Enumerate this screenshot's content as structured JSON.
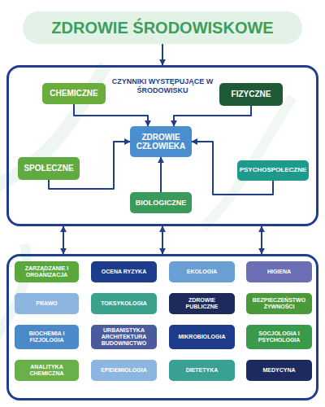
{
  "diagram": {
    "nodes": [
      {
        "text": [
          "ZDROWIE ŚRODOWISKOWE"
        ]
      },
      {
        "text": [
          "CZYNNIKI WYSTĘPUJĄCE W ŚRODOWISKU"
        ]
      },
      {
        "text": [
          "CHEMICZNE"
        ],
        "in": 1
      },
      {
        "text": [
          "FIZYCZNE"
        ],
        "in": 1
      },
      {
        "text": [
          "ZDROWIE CZŁOWIEKA"
        ],
        "in": 1
      },
      {
        "text": [
          "SPOŁECZNE"
        ],
        "in": 1
      },
      {
        "text": [
          "PSYCHOSPOŁECZNE"
        ],
        "in": 1
      },
      {
        "text": [
          "BIOLOGICZNE"
        ],
        "in": 1
      },
      {
        "text": []
      },
      {
        "text": [
          "ZARZĄDZANIE I ORGANIZACJA"
        ],
        "in": 8
      },
      {
        "text": [
          "OCENA RYZYKA"
        ],
        "in": 8
      },
      {
        "text": [
          "EKOLOGIA"
        ],
        "in": 8
      },
      {
        "text": [
          "HIGIENA"
        ],
        "in": 8
      },
      {
        "text": [
          "PRAWO"
        ],
        "in": 8
      },
      {
        "text": [
          "TOKSYKOLOGIA"
        ],
        "in": 8
      },
      {
        "text": [
          "ZDROWIE PUBLICZNE"
        ],
        "in": 8
      },
      {
        "text": [
          "BEZPIECZEŃSTWO ŻYWNOŚCI"
        ],
        "in": 8
      },
      {
        "text": [
          "BIOCHEMIA I FIZJOLOGIA"
        ],
        "in": 8
      },
      {
        "text": [
          "URBANISTYKA ARCHITEKTURA BUDOWNICTWO"
        ],
        "in": 8
      },
      {
        "text": [
          "MIKROBIOLOGIA"
        ],
        "in": 8
      },
      {
        "text": [
          "SOCJOLOGIA I PSYCHOLOGIA"
        ],
        "in": 8
      },
      {
        "text": [
          "ANALITYKA CHEMICZNA"
        ],
        "in": 8
      },
      {
        "text": [
          "EPIDEMIOLOGIA"
        ],
        "in": 8
      },
      {
        "text": [
          "DIETETYKA"
        ],
        "in": 8
      },
      {
        "text": [
          "MEDYCYNA"
        ],
        "in": 8
      }
    ],
    "edges": [
      {
        "from": 0,
        "to": 1,
        "arrow": "to"
      },
      {
        "from": 2,
        "to": 4,
        "arrow": "to"
      },
      {
        "from": 3,
        "to": 4,
        "arrow": "to"
      },
      {
        "from": 5,
        "to": 4,
        "arrow": "to"
      },
      {
        "from": 6,
        "to": 4,
        "arrow": "to"
      },
      {
        "from": 7,
        "to": 4,
        "arrow": "to"
      },
      {
        "from": 1,
        "to": 8,
        "arrow": "both"
      },
      {
        "from": 1,
        "to": 8,
        "arrow": "both"
      },
      {
        "from": 1,
        "to": 8,
        "arrow": "both"
      }
    ]
  }
}
